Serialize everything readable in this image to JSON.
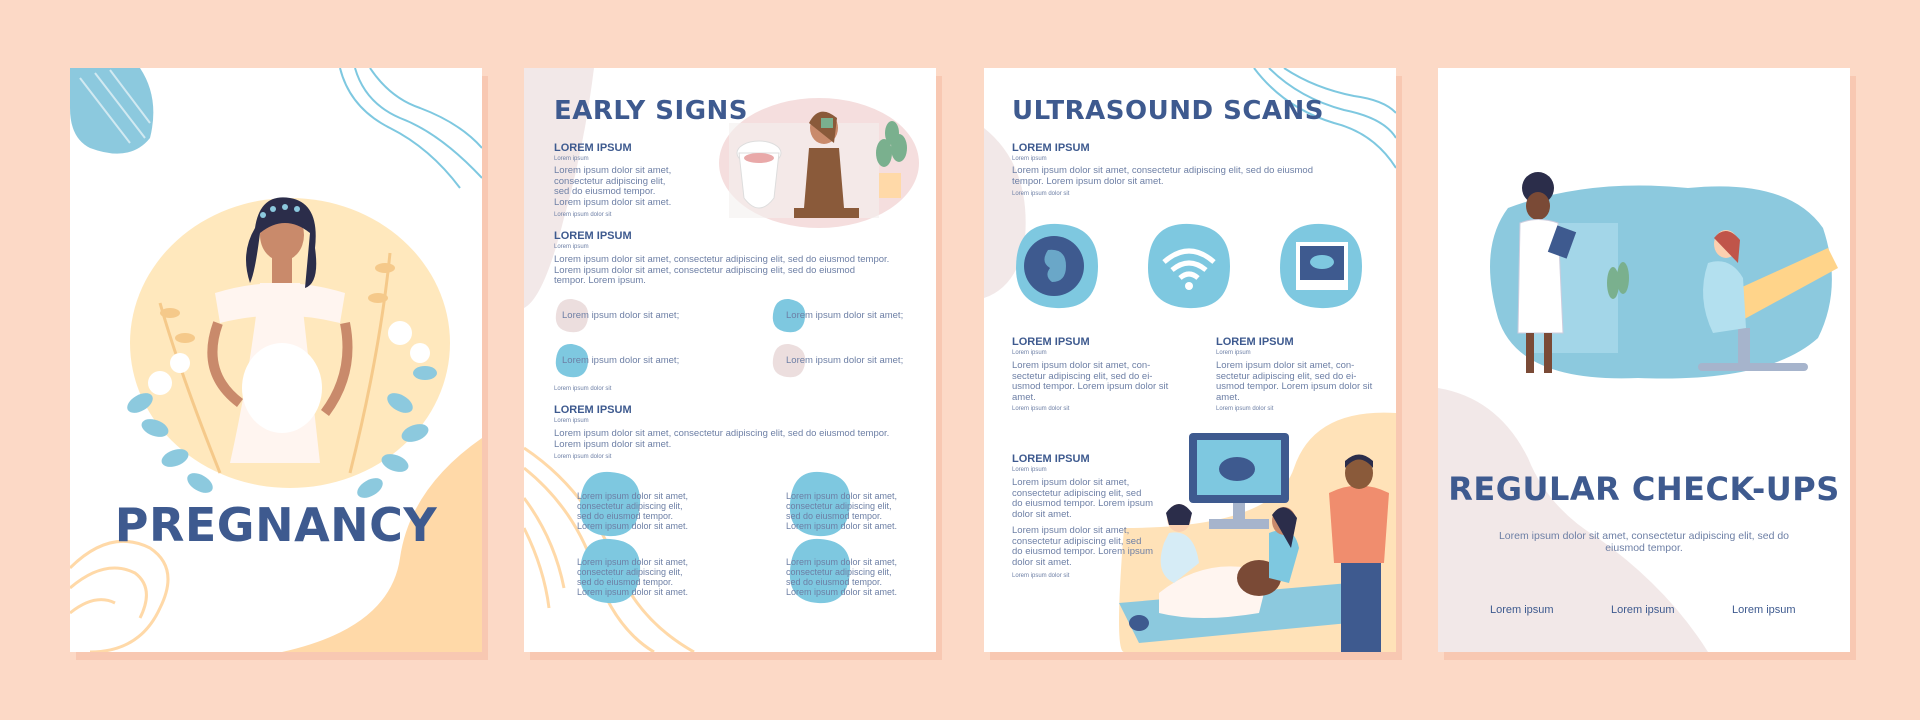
{
  "colors": {
    "background": "#fcd9c6",
    "title": "#3e5a8f",
    "body_text": "#6d7fa5",
    "accent_blue": "#7ec8e0",
    "accent_peach": "#ffd9a8",
    "accent_pink": "#ecdede"
  },
  "page1": {
    "title": "PREGNANCY"
  },
  "page2": {
    "title": "EARLY SIGNS",
    "sec1": {
      "heading": "LOREM IPSUM",
      "sub": "Lorem ipsum",
      "body": [
        "Lorem ipsum dolor sit amet,",
        "consectetur adipiscing elit,",
        "sed do eiusmod tempor.",
        "Lorem ipsum dolor sit amet."
      ],
      "footnote": "Lorem ipsum dolor sit"
    },
    "sec2": {
      "heading": "LOREM IPSUM",
      "sub": "Lorem ipsum",
      "body": [
        "Lorem ipsum dolor sit amet, consectetur adipiscing elit, sed do eiusmod tempor.",
        "Lorem ipsum dolor sit amet, consectetur adipiscing elit, sed do eiusmod",
        "tempor. Lorem ipsum."
      ]
    },
    "bullets": [
      "Lorem ipsum dolor sit amet;",
      "Lorem ipsum dolor sit amet;",
      "Lorem ipsum dolor sit amet;",
      "Lorem ipsum dolor sit amet;"
    ],
    "bullets_footnote": "Lorem ipsum dolor sit",
    "sec3": {
      "heading": "LOREM IPSUM",
      "sub": "Lorem ipsum",
      "body": [
        "Lorem ipsum dolor sit amet, consectetur adipiscing elit, sed do eiusmod tempor.",
        "Lorem ipsum dolor sit amet."
      ],
      "footnote": "Lorem ipsum dolor sit"
    },
    "blobtext": [
      "Lorem ipsum dolor sit amet,",
      "consectetur adipiscing elit,",
      "sed do eiusmod tempor.",
      "Lorem ipsum dolor sit amet."
    ]
  },
  "page3": {
    "title": "ULTRASOUND SCANS",
    "sec1": {
      "heading": "LOREM IPSUM",
      "sub": "Lorem ipsum",
      "body": [
        "Lorem ipsum dolor sit amet, consectetur adipiscing elit, sed do eiusmod",
        "tempor. Lorem ipsum dolor sit amet."
      ],
      "footnote": "Lorem ipsum dolor sit"
    },
    "icons": [
      "fetus-icon",
      "wifi-icon",
      "ultrasound-photo-icon"
    ],
    "col": {
      "heading": "LOREM IPSUM",
      "sub": "Lorem ipsum",
      "body": [
        "Lorem ipsum dolor sit amet, con-",
        "sectetur adipiscing elit, sed do ei-",
        "usmod tempor. Lorem ipsum dolor sit",
        "amet."
      ],
      "footnote": "Lorem ipsum dolor sit"
    },
    "sec4": {
      "heading": "LOREM IPSUM",
      "sub": "Lorem ipsum",
      "body1": [
        "Lorem ipsum dolor sit amet,",
        "consectetur adipiscing elit, sed",
        "do eiusmod tempor. Lorem ipsum",
        "dolor sit amet."
      ],
      "body2": [
        "Lorem ipsum dolor sit amet,",
        "consectetur adipiscing elit, sed",
        "do eiusmod tempor. Lorem ipsum",
        "dolor sit amet."
      ],
      "footnote": "Lorem ipsum dolor sit"
    }
  },
  "page4": {
    "title": "REGULAR CHECK-UPS",
    "body": [
      "Lorem ipsum dolor sit amet, consectetur adipiscing elit, sed do",
      "eiusmod tempor."
    ],
    "links": [
      "Lorem ipsum",
      "Lorem ipsum",
      "Lorem ipsum"
    ]
  }
}
